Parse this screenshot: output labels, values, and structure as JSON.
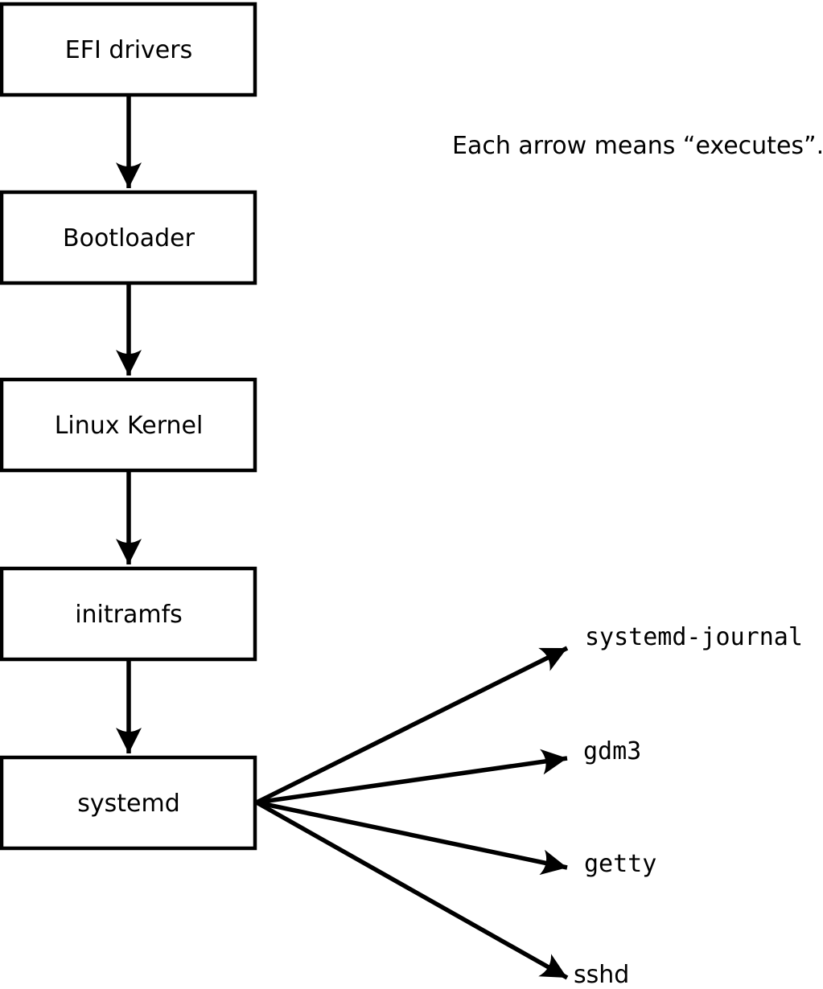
{
  "diagram": {
    "title_note": "Each arrow means “executes”.",
    "arrow_meaning": "executes",
    "chain": [
      {
        "id": "efi-drivers",
        "label": "EFI drivers"
      },
      {
        "id": "bootloader",
        "label": "Bootloader"
      },
      {
        "id": "linux-kernel",
        "label": "Linux Kernel"
      },
      {
        "id": "initramfs",
        "label": "initramfs"
      },
      {
        "id": "systemd",
        "label": "systemd"
      }
    ],
    "services": [
      {
        "id": "systemd-journal",
        "label": "systemd-journal"
      },
      {
        "id": "gdm3",
        "label": "gdm3"
      },
      {
        "id": "getty",
        "label": "getty"
      },
      {
        "id": "sshd",
        "label": "sshd"
      }
    ],
    "edges": [
      {
        "from": "EFI drivers",
        "to": "Bootloader"
      },
      {
        "from": "Bootloader",
        "to": "Linux Kernel"
      },
      {
        "from": "Linux Kernel",
        "to": "initramfs"
      },
      {
        "from": "initramfs",
        "to": "systemd"
      },
      {
        "from": "systemd",
        "to": "systemd-journal"
      },
      {
        "from": "systemd",
        "to": "gdm3"
      },
      {
        "from": "systemd",
        "to": "getty"
      },
      {
        "from": "systemd",
        "to": "sshd"
      }
    ],
    "colors": {
      "stroke": "#000000",
      "box_fill": "#ffffff",
      "background": "#ffffff"
    }
  }
}
